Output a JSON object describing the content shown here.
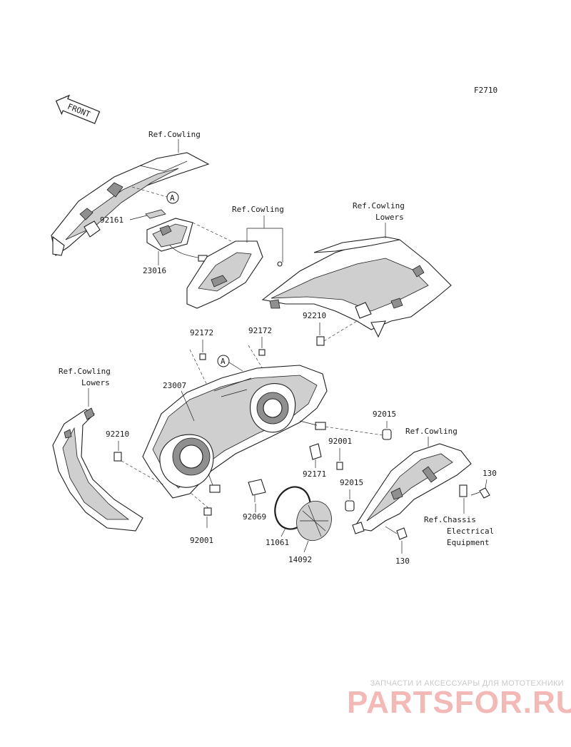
{
  "figure_code": "F2710",
  "front_label": "FRONT",
  "callout_letter": "A",
  "refs": {
    "cowling_top": "Ref.Cowling",
    "cowling_mid": "Ref.Cowling",
    "cowling_lowers_top_1": "Ref.Cowling",
    "cowling_lowers_top_2": "Lowers",
    "cowling_lowers_left_1": "Ref.Cowling",
    "cowling_lowers_left_2": "Lowers",
    "cowling_right": "Ref.Cowling",
    "chassis_1": "Ref.Chassis",
    "chassis_2": "Electrical",
    "chassis_3": "Equipment"
  },
  "parts": {
    "p92161": "92161",
    "p23016": "23016",
    "p92210_top": "92210",
    "p92172_a": "92172",
    "p92172_b": "92172",
    "p23007": "23007",
    "p92210_left": "92210",
    "p92015_a": "92015",
    "p92001_a": "92001",
    "p92171": "92171",
    "p92015_b": "92015",
    "p130_a": "130",
    "p92069": "92069",
    "p11061": "11061",
    "p14092": "14092",
    "p92001_b": "92001",
    "p130_b": "130"
  },
  "watermark": {
    "tagline": "ЗАПЧАСТИ И АКСЕССУАРЫ ДЛЯ МОТОТЕХНИКИ",
    "logo": "PARTSFOR.RU",
    "logo_color": "#f3b9b6"
  }
}
